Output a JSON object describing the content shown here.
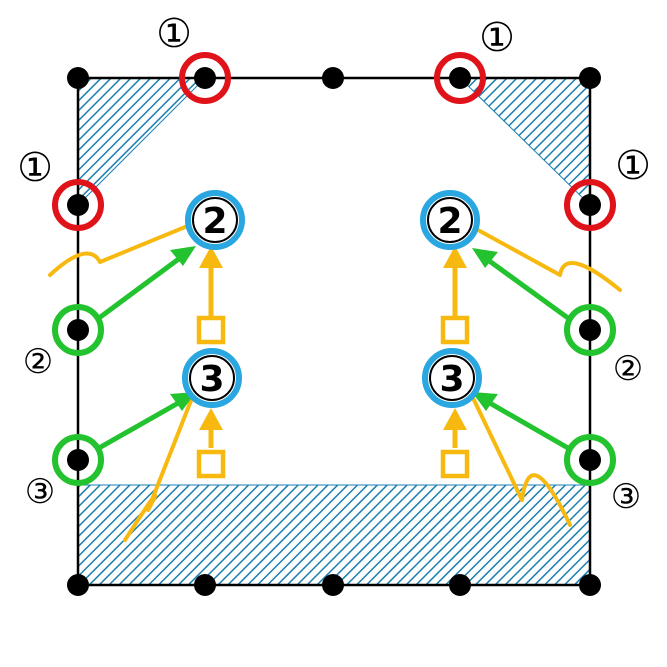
{
  "labels": {
    "one": "①",
    "two": "②",
    "three": "③",
    "bubble_two": "2",
    "bubble_three": "3"
  },
  "colors": {
    "background": "#ffffff",
    "outline": "#000000",
    "vertex": "#000000",
    "hatch_fill": "#2a8fbd",
    "hatch_line": "#1a7fb0",
    "ring_red": "#e0131a",
    "ring_green": "#22c32e",
    "ring_blue": "#2aa6e0",
    "yellow": "#f7b90f",
    "text": "#000000"
  },
  "icons": {
    "vertex": "filled-dot",
    "marker": "circled-number",
    "flow": "arrow",
    "source": "hollow-square",
    "zigzag": "squiggle-line"
  }
}
